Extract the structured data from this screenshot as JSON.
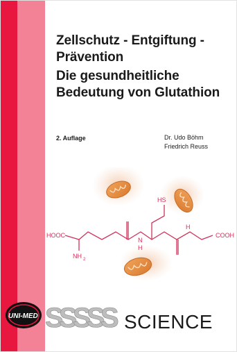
{
  "cover": {
    "title_lines": [
      "Zellschutz - Entgiftung -",
      "Prävention"
    ],
    "subtitle_lines": [
      "Die gesundheitliche",
      "Bedeutung von Glutathion"
    ],
    "edition": "2. Auflage",
    "authors": [
      "Dr. Udo Böhm",
      "Friedrich Reuss"
    ]
  },
  "molecule": {
    "labels": {
      "hooc": "HOOC",
      "cooh": "COOH",
      "sh": "HS",
      "nh2": "NH",
      "nh2_sub": "2",
      "h": "H",
      "n": "N",
      "h2": "H"
    }
  },
  "publisher": {
    "logo_text": "UNI-MED",
    "series": "SCIENCE"
  },
  "colors": {
    "bar_dark": "#e8173f",
    "bar_light": "#f48296",
    "molecule": "#d0325a",
    "mitochondria": "#e7964a"
  },
  "icons": [
    "mitochondrion-icon",
    "glutathione-molecule-icon",
    "uni-med-logo"
  ]
}
